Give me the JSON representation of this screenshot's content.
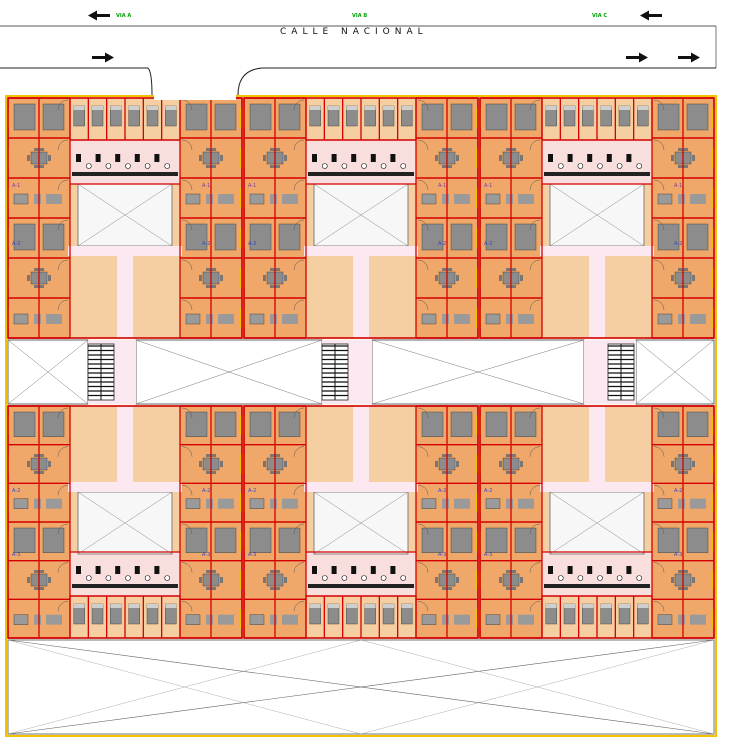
{
  "street": {
    "name": "CALLE  NACIONAL"
  },
  "lanes": [
    {
      "label": "VIA A",
      "direction": "left"
    },
    {
      "label": "VIA B",
      "direction": "left"
    },
    {
      "label": "VIA C",
      "direction": "left"
    }
  ],
  "unit_labels": {
    "top_row": [
      "A-1",
      "A-1",
      "A-1",
      "A-1",
      "A-1",
      "A-1"
    ],
    "top_lower": [
      "A-2",
      "A-2",
      "A-2",
      "A-2",
      "A-2",
      "A-2"
    ],
    "bottom_row": [
      "A-2",
      "A-2",
      "A-2",
      "A-2",
      "A-2",
      "A-2"
    ],
    "bottom_lower": [
      "A-3",
      "A-3",
      "A-3",
      "A-3",
      "A-3",
      "A-3"
    ]
  },
  "colors": {
    "wall": "#d40000",
    "outline": "#f2c200",
    "bedroom": "#f5cfa2",
    "living": "#f0a86a",
    "service": "#f9dede",
    "corridor": "#fbe8f0",
    "light_well": "#f4f4f4",
    "furniture": "#8c8c8c",
    "label_green": "#00a000",
    "label_blue": "#3344cc",
    "label_purple": "#7a3aa0"
  }
}
